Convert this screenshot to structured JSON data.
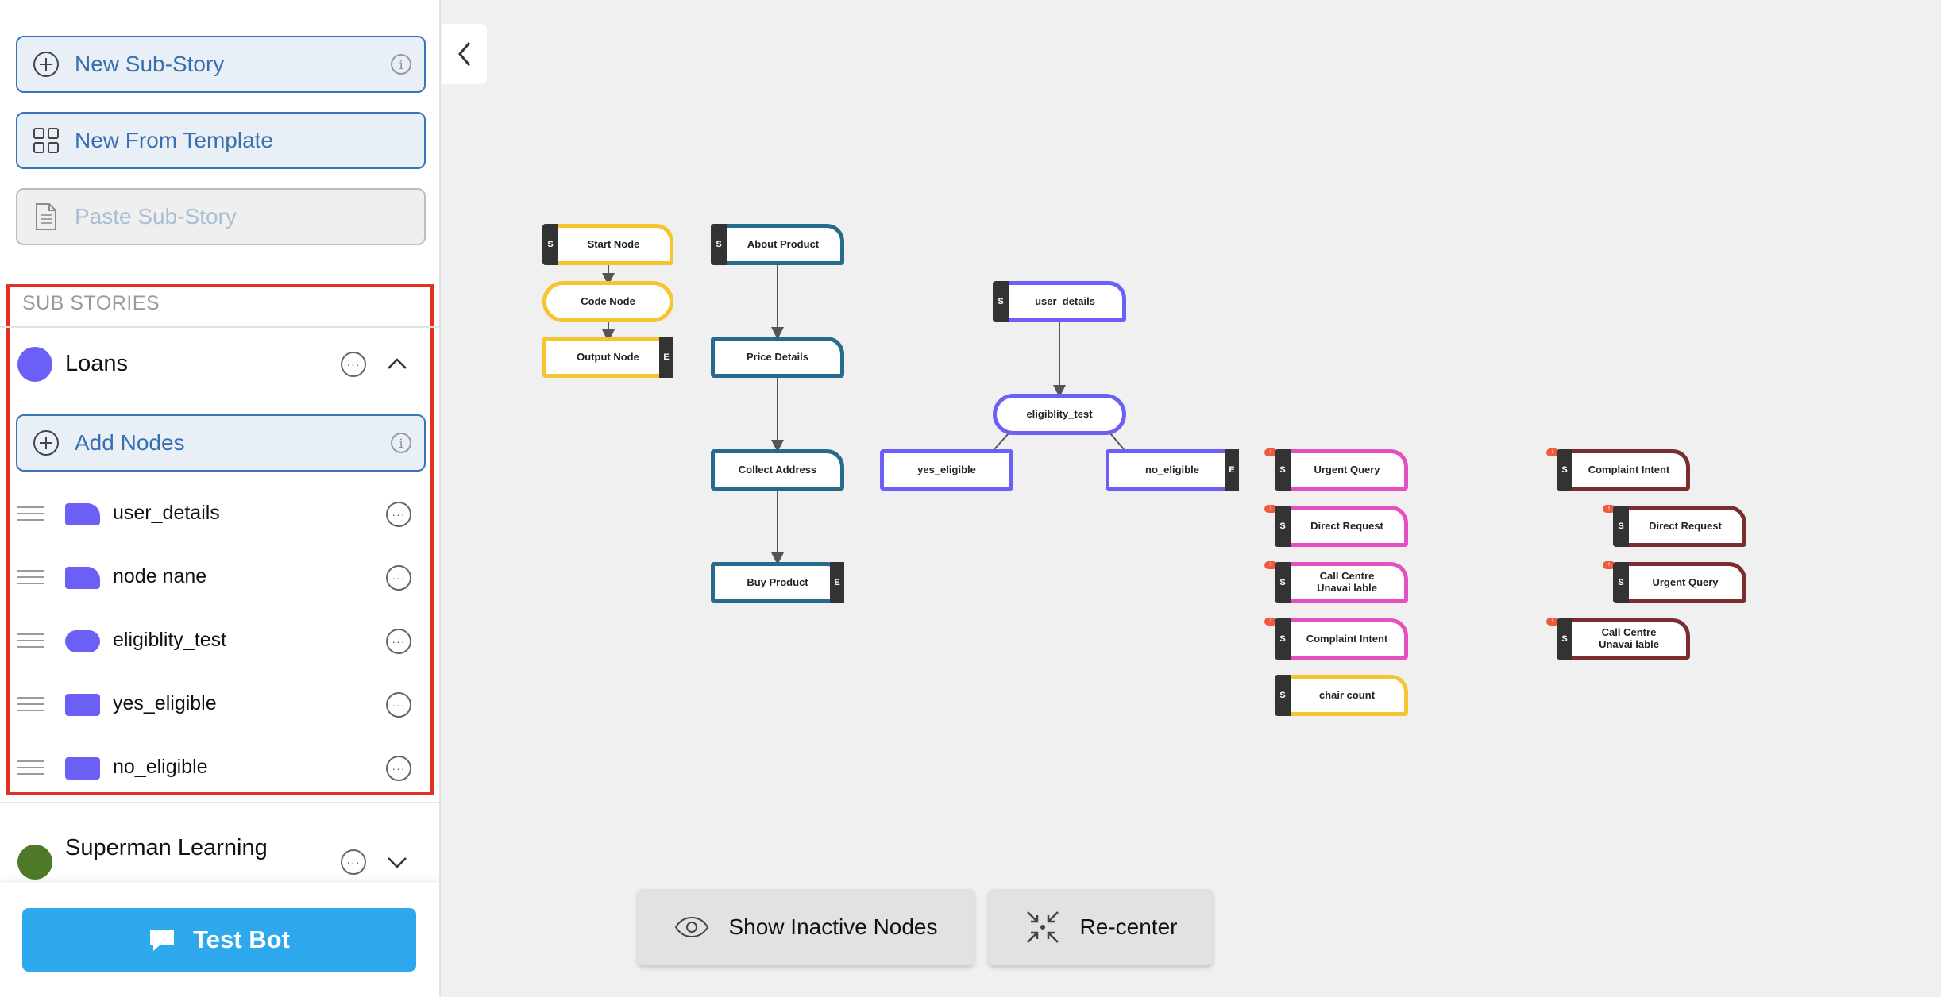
{
  "sidebar": {
    "new_substory": "New Sub-Story",
    "new_from_template": "New From Template",
    "paste_substory": "Paste Sub-Story",
    "section_title": "SUB STORIES",
    "stories": [
      {
        "name": "Loans",
        "color": "#6c5ff6",
        "expanded": true
      },
      {
        "name": "Superman Learning Session",
        "color": "#4e7a27",
        "expanded": false
      }
    ],
    "add_nodes": "Add Nodes",
    "nodes": [
      {
        "label": "user_details",
        "shape": "start"
      },
      {
        "label": "node nane",
        "shape": "start"
      },
      {
        "label": "eligiblity_test",
        "shape": "pill"
      },
      {
        "label": "yes_eligible",
        "shape": "rect"
      },
      {
        "label": "no_eligible",
        "shape": "rect"
      }
    ],
    "test_bot": "Test Bot"
  },
  "canvas": {
    "flow1": {
      "start": "Start Node",
      "code": "Code Node",
      "output": "Output Node",
      "color": "#f5c431"
    },
    "flow2": {
      "about": "About Product",
      "price": "Price Details",
      "address": "Collect Address",
      "buy": "Buy Product",
      "color": "#266b8c"
    },
    "flow3": {
      "user": "user_details",
      "test": "eligiblity_test",
      "yes": "yes_eligible",
      "no": "no_eligible",
      "color": "#6c5ff6"
    },
    "flow4": {
      "urgent": "Urgent Query",
      "direct": "Direct Request",
      "callcentre": "Call Centre Unavai lable",
      "complaint": "Complaint Intent",
      "chair": "chair count",
      "color": "#e64fbf",
      "chair_color": "#f5c431"
    },
    "flow5": {
      "complaint": "Complaint Intent",
      "direct": "Direct Request",
      "urgent": "Urgent Query",
      "callcentre": "Call Centre Unavai lable",
      "color": "#7a2d2d"
    },
    "badges": {
      "start": "S",
      "end": "E"
    }
  },
  "controls": {
    "show_inactive": "Show Inactive Nodes",
    "recenter": "Re-center"
  }
}
